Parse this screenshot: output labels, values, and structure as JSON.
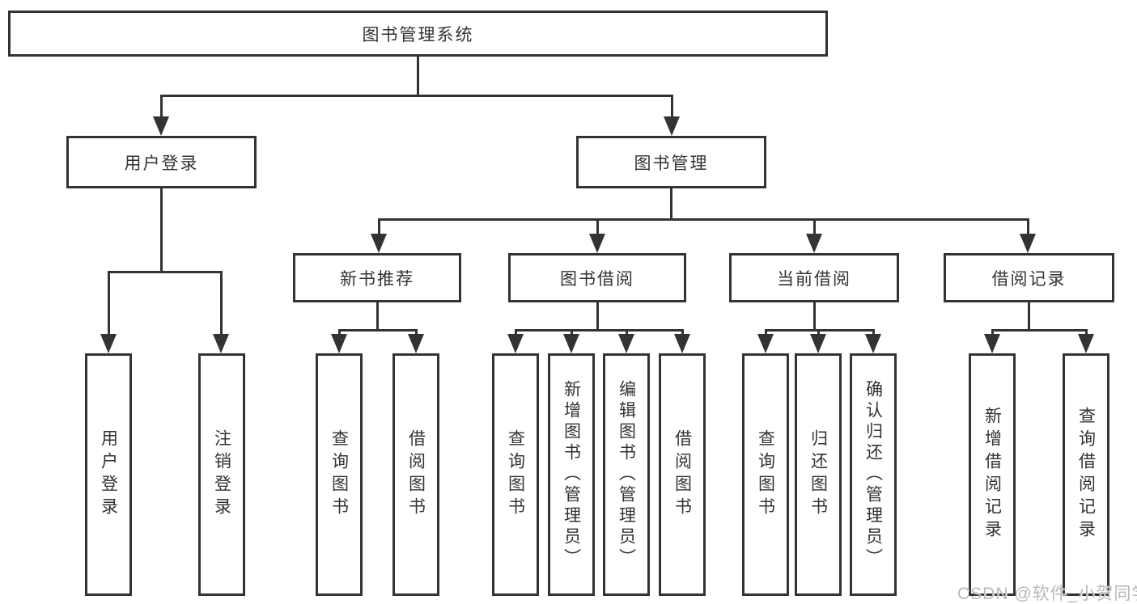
{
  "colors": {
    "line": "#333333",
    "text": "#333333",
    "background": "#ffffff",
    "watermark": "#b9b9b9"
  },
  "root": {
    "label": "图书管理系统"
  },
  "branches": {
    "user_login": {
      "label": "用户登录",
      "children": {
        "login": {
          "label": "用户登录"
        },
        "logout": {
          "label": "注销登录"
        }
      }
    },
    "book_management": {
      "label": "图书管理",
      "children": {
        "new_book_recommend": {
          "label": "新书推荐",
          "children": {
            "query": {
              "label": "查询图书"
            },
            "borrow": {
              "label": "借阅图书"
            }
          }
        },
        "book_borrow": {
          "label": "图书借阅",
          "children": {
            "query": {
              "label": "查询图书"
            },
            "add": {
              "label": "新增图书（管理员）"
            },
            "edit": {
              "label": "编辑图书（管理员）"
            },
            "borrow": {
              "label": "借阅图书"
            }
          }
        },
        "current_borrow": {
          "label": "当前借阅",
          "children": {
            "query": {
              "label": "查询图书"
            },
            "return": {
              "label": "归还图书"
            },
            "confirm": {
              "label": "确认归还（管理员）"
            }
          }
        },
        "borrow_record": {
          "label": "借阅记录",
          "children": {
            "add": {
              "label": "新增借阅记录"
            },
            "query": {
              "label": "查询借阅记录"
            }
          }
        }
      }
    }
  },
  "watermark": {
    "text": "CSDN @软件_小贺同学"
  }
}
